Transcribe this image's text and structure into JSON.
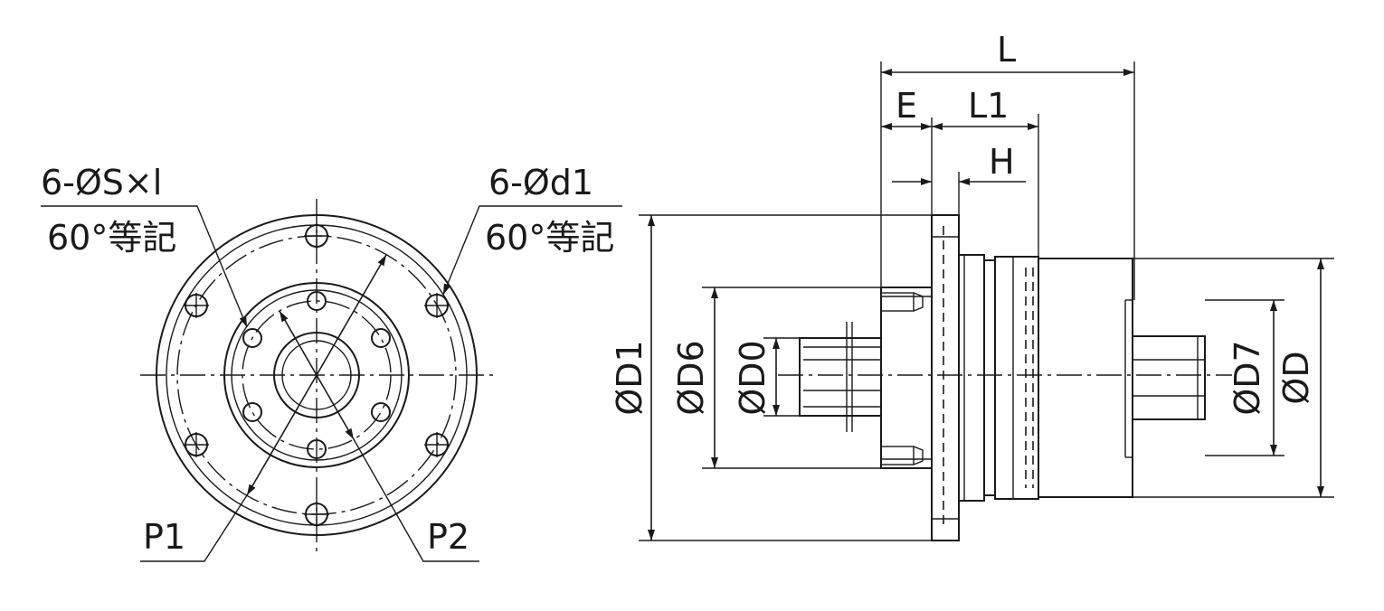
{
  "labels": {
    "hole_s": "6-ØS×l",
    "hole_s_pitch": "60°等記",
    "hole_d1": "6-Ød1",
    "hole_d1_pitch": "60°等記",
    "p1": "P1",
    "p2": "P2",
    "l": "L",
    "e": "E",
    "l1": "L1",
    "h": "H",
    "d1": "ØD1",
    "d6": "ØD6",
    "d0": "ØD0",
    "d7": "ØD7",
    "d": "ØD"
  },
  "colors": {
    "line": "#1a1a1a",
    "background": "#ffffff"
  }
}
